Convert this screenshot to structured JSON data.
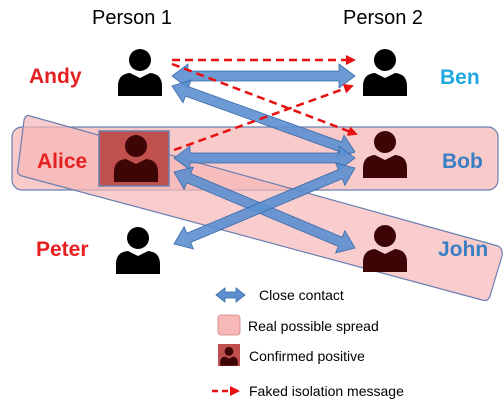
{
  "headers": {
    "col1": "Person 1",
    "col2": "Person 2"
  },
  "people_left": [
    {
      "name": "Andy",
      "color": "#e62020"
    },
    {
      "name": "Alice",
      "color": "#e62020"
    },
    {
      "name": "Peter",
      "color": "#e62020"
    }
  ],
  "people_right": [
    {
      "name": "Ben",
      "color": "#22a8e0"
    },
    {
      "name": "Bob",
      "color": "#3a7fc4"
    },
    {
      "name": "John",
      "color": "#3a7fc4"
    }
  ],
  "legend": {
    "close_contact": "Close contact",
    "real_spread": "Real possible spread",
    "confirmed": "Confirmed positive",
    "faked": "Faked isolation message"
  },
  "colors": {
    "contact_arrow": "#5b8fd0",
    "spread_fill": "#f7b8b8",
    "confirmed_fill": "#c0504d",
    "faked_arrow": "#e81010",
    "person_dark": "#3d0505"
  }
}
